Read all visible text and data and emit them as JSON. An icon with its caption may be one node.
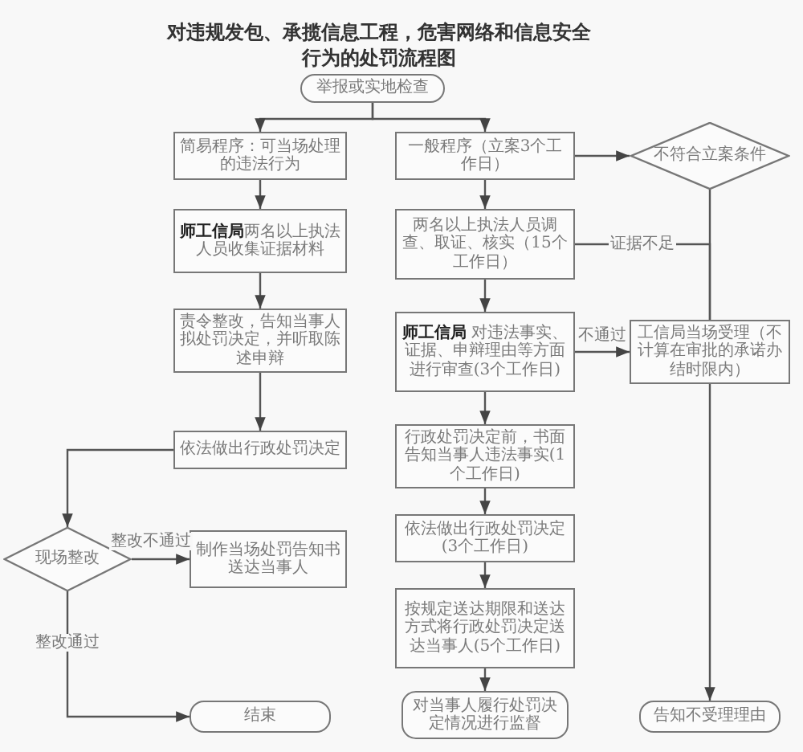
{
  "diagram": {
    "title": "对违规发包、承揽信息工程，危害网络和信息安全行为的处罚流程图",
    "nodes": [
      {
        "text": [
          "举报或实地检查"
        ]
      },
      {
        "text": [
          "简易程序：可当场处理的违法行为"
        ]
      },
      {
        "text": [
          "一般程序（立案3个工作日）"
        ]
      },
      {
        "text": [
          "不符合立案条件"
        ]
      },
      {
        "text": [
          "**师工信局**两名以上执法人员收集证据材料"
        ]
      },
      {
        "text": [
          "两名以上执法人员调查、取证、核实（15个工作日）"
        ]
      },
      {
        "text": [
          "责令整改，告知当事人拟处罚决定，并听取陈述申辩"
        ]
      },
      {
        "text": [
          "**师工信局** 对违法事实、证据、申辩理由等方面进行审查(3个工作日)"
        ]
      },
      {
        "text": [
          "工信局当场受理（不计算在审批的承诺办结时限内）"
        ]
      },
      {
        "text": [
          "依法做出行政处罚决定"
        ]
      },
      {
        "text": [
          "行政处罚决定前，书面告知当事人违法事实(1个工作日)"
        ]
      },
      {
        "text": [
          "现场整改"
        ]
      },
      {
        "text": [
          "制作当场处罚告知书送达当事人"
        ]
      },
      {
        "text": [
          "依法做出行政处罚决定(3个工作日)"
        ]
      },
      {
        "text": [
          "按规定送达期限和送达方式将行政处罚决定送达当事人(5个工作日)"
        ]
      },
      {
        "text": [
          "结束"
        ]
      },
      {
        "text": [
          "对当事人履行处罚决定情况进行监督"
        ]
      },
      {
        "text": [
          "告知不受理理由"
        ]
      }
    ],
    "edges": [
      {
        "from": 0,
        "to": 1,
        "arrow": "to"
      },
      {
        "from": 0,
        "to": 2,
        "arrow": "to"
      },
      {
        "from": 2,
        "to": 3,
        "arrow": "to"
      },
      {
        "from": 1,
        "to": 4,
        "arrow": "to"
      },
      {
        "from": 2,
        "to": 5,
        "arrow": "to"
      },
      {
        "from": 4,
        "to": 6,
        "arrow": "to"
      },
      {
        "from": 5,
        "to": 7,
        "arrow": "to"
      },
      {
        "from": 3,
        "to": 8,
        "arrow": "none"
      },
      {
        "from": 5,
        "to": 8,
        "arrow": "none",
        "label": "证据不足"
      },
      {
        "from": 7,
        "to": 8,
        "arrow": "to",
        "label": "不通过"
      },
      {
        "from": 6,
        "to": 9,
        "arrow": "to"
      },
      {
        "from": 9,
        "to": 11,
        "arrow": "to"
      },
      {
        "from": 11,
        "to": 12,
        "arrow": "to",
        "label": "整改不通过"
      },
      {
        "from": 11,
        "to": 15,
        "arrow": "to",
        "label": "整改通过"
      },
      {
        "from": 7,
        "to": 10,
        "arrow": "to"
      },
      {
        "from": 10,
        "to": 13,
        "arrow": "to"
      },
      {
        "from": 13,
        "to": 14,
        "arrow": "to"
      },
      {
        "from": 14,
        "to": 16,
        "arrow": "to"
      },
      {
        "from": 8,
        "to": 17,
        "arrow": "to"
      }
    ]
  }
}
